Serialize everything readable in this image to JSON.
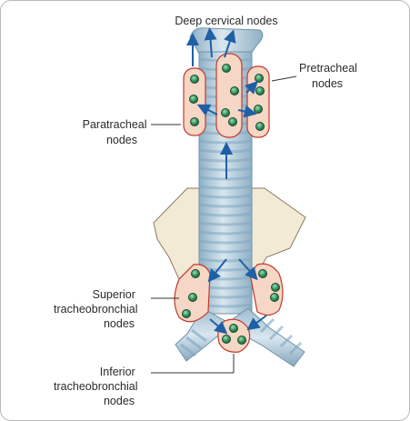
{
  "labels": {
    "deep_cervical": [
      "Deep cervical nodes"
    ],
    "pretracheal": [
      "Pretracheal",
      "nodes"
    ],
    "paratracheal": [
      "Paratracheal",
      "nodes"
    ],
    "superior_tb": [
      "Superior",
      "tracheobronchial",
      "nodes"
    ],
    "inferior_tb": [
      "Inferior",
      "tracheobronchial",
      "nodes"
    ]
  },
  "colors": {
    "trachea": "#b7ccd8",
    "trachea_ring": "#7ea7c2",
    "node_group_fill": "#f6d6c4",
    "node_group_stroke": "#c0392b",
    "node": "#2e8b57",
    "arrow": "#1f5fa6",
    "gland": "#f3ead6"
  }
}
